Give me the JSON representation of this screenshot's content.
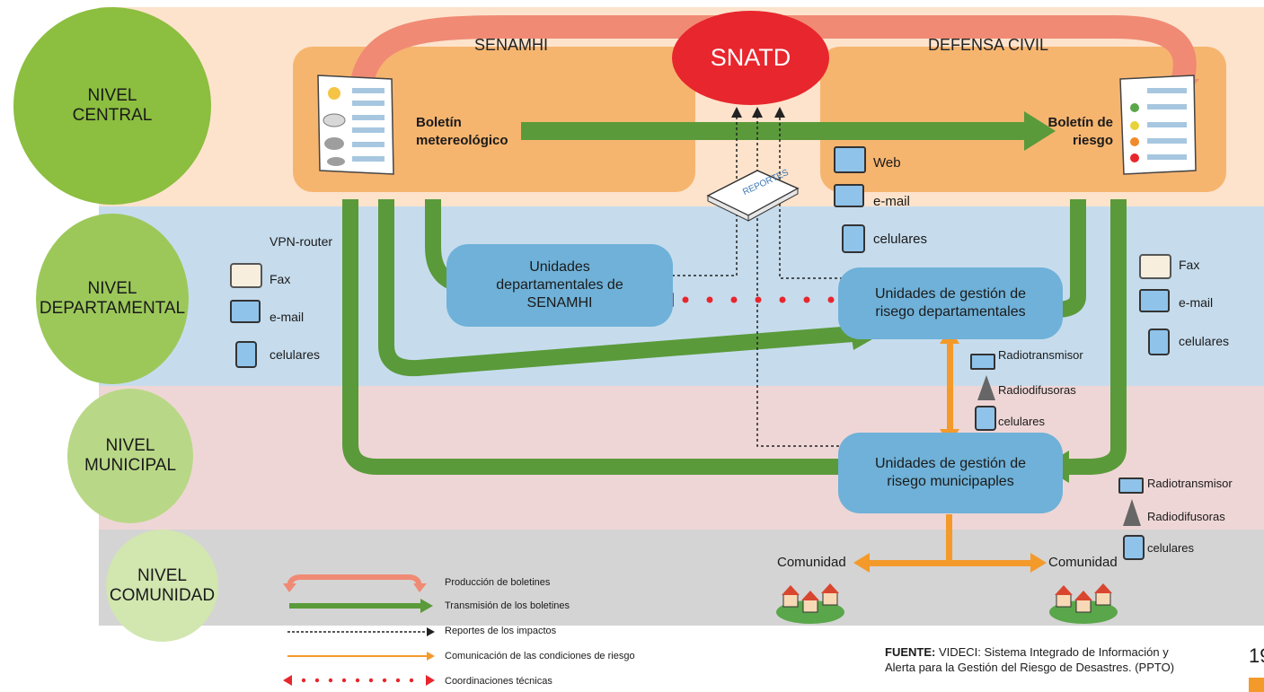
{
  "levels": {
    "central": "NIVEL\nCENTRAL",
    "departamental": "NIVEL\nDEPARTAMENTAL",
    "municipal": "NIVEL\nMUNICIPAL",
    "comunidad": "NIVEL\nCOMUNIDAD"
  },
  "central": {
    "senamhi": "SENAMHI",
    "snatd": "SNATD",
    "defensa": "DEFENSA CIVIL",
    "boletin_meteo": "Boletín\nmetereológico",
    "boletin_riesgo": "Boletín de\nriesgo",
    "reportes": "REPORTES",
    "channels": [
      "Web",
      "e-mail",
      "celulares"
    ]
  },
  "departamental": {
    "vpn": "VPN-router",
    "left_channels": [
      "Fax",
      "e-mail",
      "celulares"
    ],
    "right_channels": [
      "Fax",
      "e-mail",
      "celulares"
    ],
    "unidades_senamhi": "Unidades\ndepartamentales de\nSENAMHI",
    "unidades_gestion": "Unidades de gestión de\nrisego departamentales"
  },
  "municipal": {
    "mid_channels": [
      "Radiotransmisor",
      "Radiodifusoras",
      "celulares"
    ],
    "right_channels": [
      "Radiotransmisor",
      "Radiodifusoras",
      "celulares"
    ],
    "unidades": "Unidades de gestión de\nrisego municipaples"
  },
  "comunidad": {
    "left": "Comunidad",
    "right": "Comunidad"
  },
  "legend": [
    "Producción de boletines",
    "Transmisión de los boletines",
    "Reportes de los impactos",
    "Comunicación de las condiciones de riesgo",
    "Coordinaciones técnicas"
  ],
  "source": {
    "label": "FUENTE:",
    "text": " VIDECI: Sistema Integrado de Información y\nAlerta para la Gestión del Riesgo de Desastres. (PPTO)"
  },
  "page_number": "19",
  "colors": {
    "central_band": "#fde3cc",
    "departamental_band": "#c6dced",
    "municipal_band": "#efd6d6",
    "comunidad_band": "#d4d4d4",
    "green_dark": "#5a9a3a",
    "red_arrow": "#f08a74",
    "snatd": "#e8262d",
    "orange_arrow": "#f39a2a",
    "blue_box": "#6fb1d8"
  }
}
